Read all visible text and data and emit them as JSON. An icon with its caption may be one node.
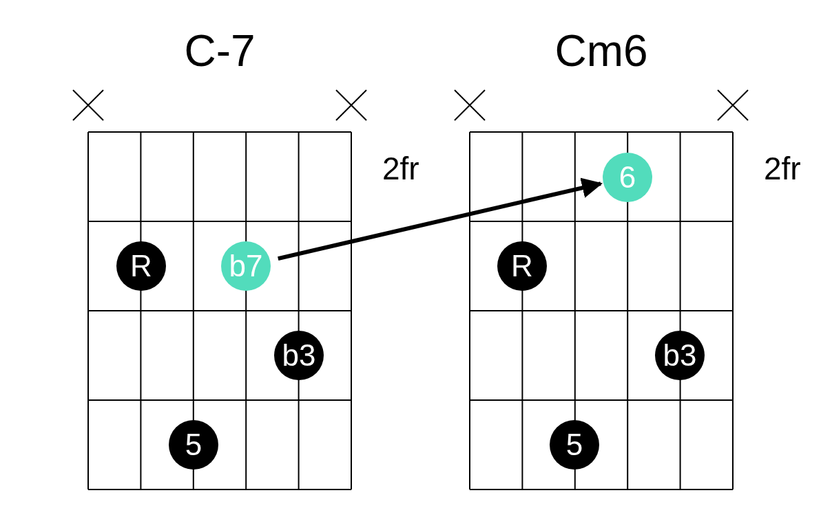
{
  "diagram": {
    "nodes": [
      {
        "text": [
          "C-7"
        ],
        "beside": [
          "2fr"
        ]
      },
      {
        "text": [
          "R"
        ],
        "in": 0
      },
      {
        "text": [
          "b7"
        ],
        "in": 0
      },
      {
        "text": [
          "b3"
        ],
        "in": 0
      },
      {
        "text": [
          "5"
        ],
        "in": 0
      },
      {
        "text": [
          "Cm6"
        ],
        "beside": [
          "2fr"
        ]
      },
      {
        "text": [
          "6"
        ],
        "in": 5
      },
      {
        "text": [
          "R"
        ],
        "in": 5
      },
      {
        "text": [
          "b3"
        ],
        "in": 5
      },
      {
        "text": [
          "5"
        ],
        "in": 5
      }
    ],
    "edges": [
      {
        "from": 2,
        "to": 6,
        "arrow": "to"
      }
    ]
  }
}
